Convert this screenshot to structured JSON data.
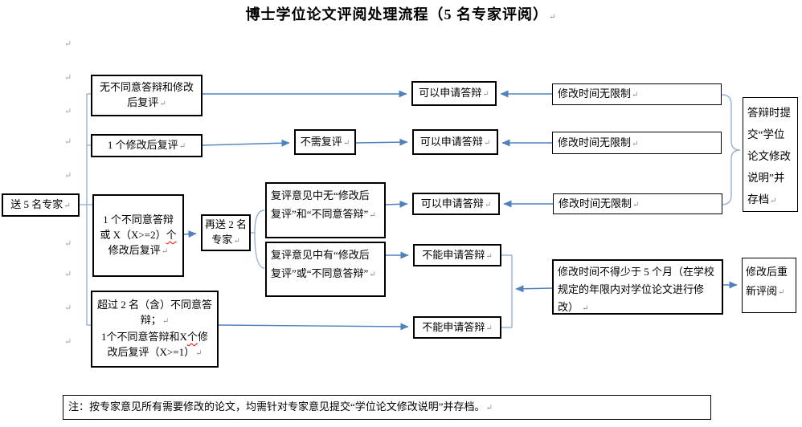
{
  "title": "博士学位论文评阅处理流程（5 名专家评阅）",
  "marks": {
    "return_glyph": "↵"
  },
  "colors": {
    "arrow": "#4f81bd",
    "bracket": "#95b3d7",
    "border": "#000000",
    "squiggle": "#ff0000",
    "mark_gray": "#9aa4b0"
  },
  "boxes": {
    "send": {
      "text": "送 5 名专家"
    },
    "branch1": {
      "l1": "无不同意答辩和修改",
      "l2": "后复评"
    },
    "branch2": {
      "text": "1 个修改后复评"
    },
    "branch3": {
      "l1": "1 个不同意答辩",
      "l2_pre": "或 X（X>=2）",
      "l2_wavy": "个",
      "l3": "修改后复评"
    },
    "branch4": {
      "l1": "超过 2 名（含）不同意答",
      "l2": "辩；",
      "l3_pre": "1个不同意答辩和X",
      "l3_wavy": "个",
      "l3_post": "修",
      "l4": "改后复评（X>=1）"
    },
    "resend": {
      "l1": "再送 2 名",
      "l2": "专家"
    },
    "review_none": {
      "l1": "复评意见中无“修改后",
      "l2": "复评”和“不同意答辩”"
    },
    "review_has": {
      "l1": "复评意见中有“修改后",
      "l2": "复评”或“不同意答辩”"
    },
    "no_review": {
      "text": "不需复评"
    },
    "can_defend": {
      "text": "可以申请答辩"
    },
    "cannot_defend": {
      "text": "不能申请答辩"
    },
    "no_limit": {
      "text": "修改时间无限制"
    },
    "defense_note": {
      "l1": "答辩时提",
      "l2": "交“学位",
      "l3": "论文修改",
      "l4": "说明”并",
      "l5": "存档"
    },
    "min_five_months": {
      "l1": "修改时间不得少于 5 个月（在学校",
      "l2": "规定的年限内对学位论文进行修",
      "l3": "改）"
    },
    "re_review": {
      "l1": "修改后重",
      "l2": "新评阅"
    },
    "note": {
      "text": "注：按专家意见所有需要修改的论文，均需针对专家意见提交“学位论文修改说明”并存档。"
    }
  }
}
